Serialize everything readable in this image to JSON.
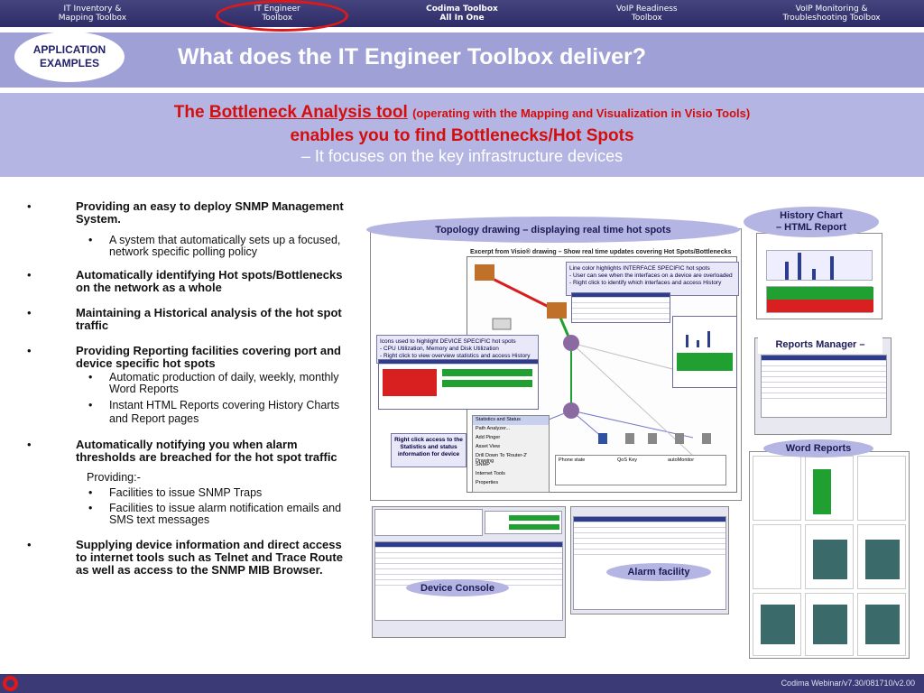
{
  "nav": {
    "tabs": [
      {
        "line1": "IT Inventory &",
        "line2": "Mapping Toolbox"
      },
      {
        "line1": "IT Engineer",
        "line2": "Toolbox"
      },
      {
        "line1": "Codima Toolbox",
        "line2": "All In One"
      },
      {
        "line1": "VoIP Readiness",
        "line2": "Toolbox"
      },
      {
        "line1": "VoIP Monitoring &",
        "line2": "Troubleshooting Toolbox"
      }
    ]
  },
  "header": {
    "app_examples_line1": "APPLICATION",
    "app_examples_line2": "EXAMPLES",
    "title": "What does the IT Engineer Toolbox deliver?"
  },
  "subtitle": {
    "prefix": "The ",
    "tool": "Bottleneck Analysis tool",
    "paren": "(operating with the Mapping and Visualization in Visio Tools)",
    "line2": "enables you to find Bottlenecks/Hot Spots",
    "line3": "– It focuses on the key infrastructure devices"
  },
  "bullets": {
    "b1": "Providing an easy to deploy SNMP Management System.",
    "b1_sub": "A system that automatically sets up a focused, network specific polling policy",
    "b2": "Automatically identifying Hot spots/Bottlenecks on the network as a whole",
    "b3": "Maintaining a Historical analysis of the hot spot traffic",
    "b4": "Providing Reporting facilities covering port and device specific hot spots",
    "b4_sub1": "Automatic production of daily, weekly, monthly Word Reports",
    "b4_sub2": "Instant HTML Reports covering History Charts and Report pages",
    "b5": "Automatically notifying you when alarm thresholds are breached for the hot spot traffic",
    "providing": "Providing:-",
    "b5_sub1": "Facilities to issue SNMP Traps",
    "b5_sub2": "Facilities to issue alarm notification emails and SMS text messages",
    "b6": "Supplying device information and direct access to internet tools such as Telnet and Trace Route as well as access to the SNMP MIB Browser."
  },
  "screens": {
    "topology_label": "Topology drawing – displaying real time hot spots",
    "excerpt_caption": "Excerpt from Visio® drawing – Show real time updates covering Hot Spots/Bottlenecks",
    "line_note": "Line color highlights INTERFACE SPECIFIC hot spots\n- User can see when the interfaces on a device are overloaded\n- Right click to identify which interfaces and access History",
    "icons_note": "Icons used to highlight DEVICE SPECIFIC hot spots\n- CPU Utilization, Memory and Disk Utilization\n- Right click to view overview statistics and access History",
    "rightclick_note": "Right click access to the Statistics and status information for device",
    "context_menu": [
      "Statistics and Status",
      "Path Analyzer...",
      "Add Pinger",
      "Asset View",
      "Drill Down To 'Router-2' Drawing",
      "SNMP",
      "Internet Tools",
      "Properties"
    ],
    "legend_titles": [
      "Phone state",
      "QoS Key",
      "autoMonitor"
    ],
    "history_label_line1": "History Chart",
    "history_label_line2": "– HTML Report",
    "reports_label": "Reports Manager –",
    "word_label": "Word Reports",
    "device_label": "Device Console",
    "alarm_label": "Alarm facility"
  },
  "footer": {
    "text": "Codima Webinar/v7.30/081710/v2.00"
  },
  "colors": {
    "nav_bg": "#2e2c66",
    "band": "#9fa0d6",
    "subband": "#b4b5e2",
    "accent_red": "#d40d0d",
    "highlight_ring": "#e01818"
  }
}
